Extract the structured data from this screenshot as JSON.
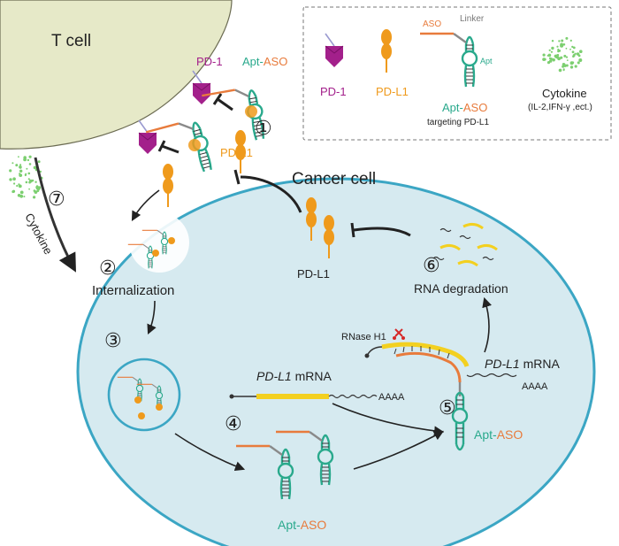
{
  "colors": {
    "tcell_fill": "#e6e9c8",
    "cancer_fill": "#d6eaf0",
    "cancer_stroke": "#3ba6c4",
    "pd1": "#a3208b",
    "pdl1": "#ef9a1c",
    "aso": "#e87b3c",
    "aptamer": "#29a98c",
    "linker": "#8a8a8a",
    "mrna": "#f3d020",
    "cytokine": "#7ccf70",
    "arrow": "#222222",
    "scissors": "#d62828"
  },
  "cells": {
    "t_cell": "T cell",
    "cancer_cell": "Cancer cell"
  },
  "legend": {
    "pd1": "PD-1",
    "pdl1": "PD-L1",
    "aso": "ASO",
    "linker": "Linker",
    "apt_small": "Apt",
    "apt_aso_apt": "Apt",
    "apt_aso_dash": "-",
    "apt_aso_aso": "ASO",
    "apt_aso_sub": "targeting PD-L1",
    "cytokine": "Cytokine",
    "cytokine_sub": "(IL-2,IFN-γ ,ect.)"
  },
  "labels": {
    "pd1_top": "PD-1",
    "apt_top_apt": "Apt",
    "apt_top_dash": "-",
    "apt_top_aso": "ASO",
    "pdl1_surface": "PD-L1",
    "pdl1_center": "PD-L1",
    "internalization": "Internalization",
    "mrna_mid_gene": "PD-L1",
    "mrna_mid_word": " mRNA",
    "mrna_mid_tail": "AAAA",
    "mrna_right_gene": "PD-L1",
    "mrna_right_word": " mRNA",
    "mrna_right_tail": "AAAA",
    "rnase": "RNase H1",
    "rna_degradation": "RNA degradation",
    "apt_aso4_apt": "Apt",
    "apt_aso4_dash": "-",
    "apt_aso4_aso": "ASO",
    "apt_aso5_apt": "Apt",
    "apt_aso5_dash": "-",
    "apt_aso5_aso": "ASO",
    "cytokine_side": "Cytokine"
  },
  "steps": [
    "①",
    "②",
    "③",
    "④",
    "⑤",
    "⑥",
    "⑦"
  ]
}
